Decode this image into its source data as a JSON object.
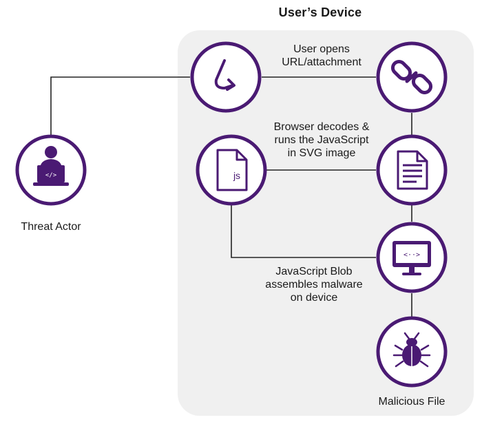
{
  "title": "User’s Device",
  "labels": {
    "threat_actor": "Threat Actor",
    "step1": [
      "User opens",
      "URL/attachment"
    ],
    "step2": [
      "Browser decodes &",
      "runs the JavaScript",
      "in SVG image"
    ],
    "step3": [
      "JavaScript Blob",
      "assembles malware",
      "on device"
    ],
    "malicious_file": "Malicious File"
  },
  "js_icon_text": "js",
  "colors": {
    "accent": "#4a1a73",
    "line": "#222222",
    "panel": "#f0f0f0",
    "node_fill": "#ffffff"
  },
  "icons": [
    "developer-laptop-icon",
    "cursor-click-icon",
    "link-chain-icon",
    "js-file-icon",
    "document-icon",
    "code-monitor-icon",
    "bug-icon"
  ]
}
